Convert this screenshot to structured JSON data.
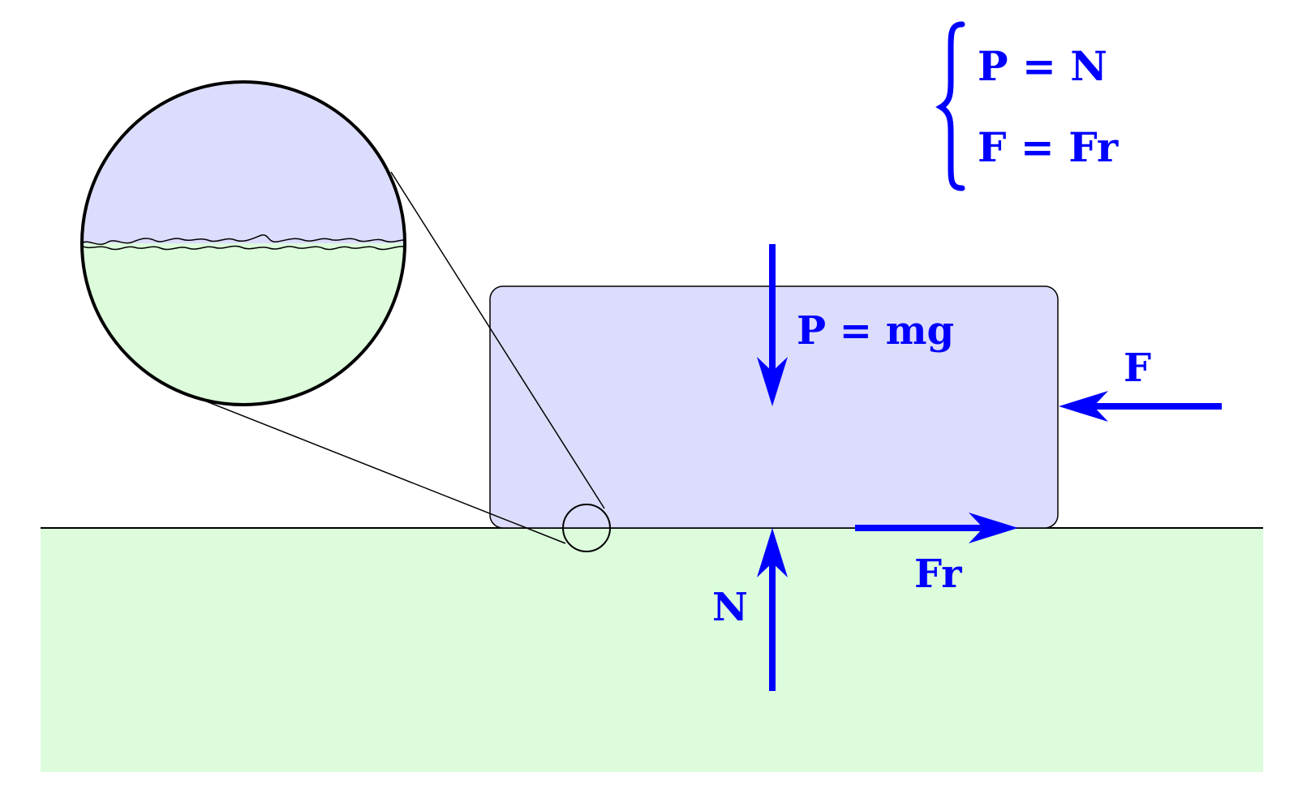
{
  "labels": {
    "weight": "P = mg",
    "force": "F",
    "friction": "Fr",
    "normal": "N"
  },
  "equations": [
    "P = N",
    "F = Fr"
  ],
  "colors": {
    "vector": "#0000ff",
    "block_fill": "#dcdcfc",
    "ground_fill": "#dcfcdc",
    "outline": "#000000"
  }
}
